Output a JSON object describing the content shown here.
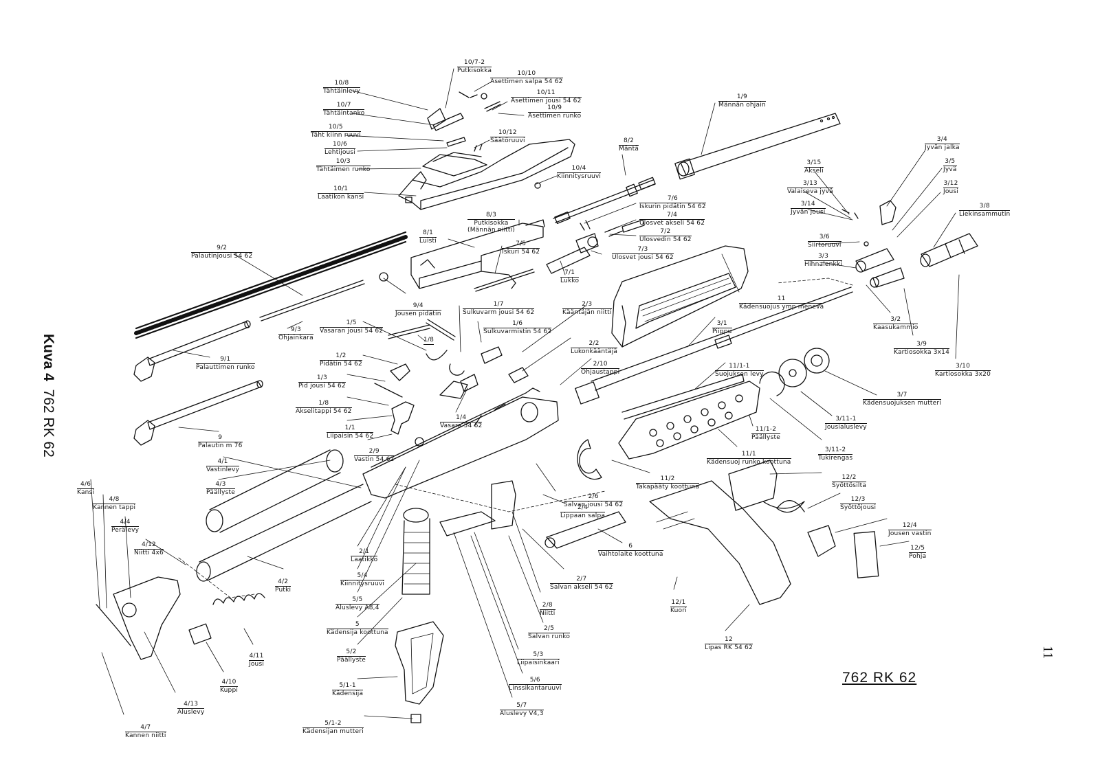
{
  "figure": {
    "caption_label": "Kuva 4",
    "caption_model": "762 RK 62",
    "page_number": "11",
    "model_title": "762 RK 62"
  },
  "parts": [
    {
      "id": "10/7-2",
      "name": "Putkisokka"
    },
    {
      "id": "10/10",
      "name": "Asettimen salpa 54 62"
    },
    {
      "id": "10/11",
      "name": "Asettimen jousi 54 62"
    },
    {
      "id": "10/9",
      "name": "Asettimen runko"
    },
    {
      "id": "10/8",
      "name": "Tähtäinlevy"
    },
    {
      "id": "10/7",
      "name": "Tähtäintanko"
    },
    {
      "id": "10/5",
      "name": "Täht kiinn ruuvi"
    },
    {
      "id": "10/6",
      "name": "Lehtijousi"
    },
    {
      "id": "10/12",
      "name": "Säätöruuvi"
    },
    {
      "id": "10/3",
      "name": "Tähtäimen runko"
    },
    {
      "id": "10/4",
      "name": "Kiinnitysruuvi"
    },
    {
      "id": "10/1",
      "name": "Laatikon kansi"
    },
    {
      "id": "1/9",
      "name": "Männän ohjain"
    },
    {
      "id": "8/2",
      "name": "Mäntä"
    },
    {
      "id": "3/4",
      "name": "Jyvän jalka"
    },
    {
      "id": "3/5",
      "name": "Jyvä"
    },
    {
      "id": "3/15",
      "name": "Akseli"
    },
    {
      "id": "3/13",
      "name": "Valaiseva jyvä"
    },
    {
      "id": "3/12",
      "name": "Jousi"
    },
    {
      "id": "3/14",
      "name": "Jyvän jousi"
    },
    {
      "id": "3/8",
      "name": "Liekinsammutin"
    },
    {
      "id": "7/6",
      "name": "Iskurin pidätin 54 62"
    },
    {
      "id": "7/4",
      "name": "Ulosvet akseli 54 62"
    },
    {
      "id": "8/3",
      "name": "Putkisokka\n(Männän niitti)"
    },
    {
      "id": "7/2",
      "name": "Ulosvedin 54 62"
    },
    {
      "id": "3/6",
      "name": "Siirtoruuvi"
    },
    {
      "id": "8/1",
      "name": "Luisti"
    },
    {
      "id": "7/5",
      "name": "Iskuri 54 62"
    },
    {
      "id": "7/3",
      "name": "Ulosvet jousi 54 62"
    },
    {
      "id": "3/3",
      "name": "Hihnalenkki"
    },
    {
      "id": "9/2",
      "name": "Palautinjousi 54 62"
    },
    {
      "id": "7/1",
      "name": "Lukko"
    },
    {
      "id": "9/4",
      "name": "Jousen pidätin"
    },
    {
      "id": "1/7",
      "name": "Sulkuvarm jousi 54 62"
    },
    {
      "id": "2/3",
      "name": "Kääntäjän niitti"
    },
    {
      "id": "11",
      "name": "Kädensuojus ymp meneva"
    },
    {
      "id": "1/6",
      "name": "Sulkuvarmistin 54 62"
    },
    {
      "id": "1/5",
      "name": "Vasaran jousi 54 62"
    },
    {
      "id": "3/1",
      "name": "Piippu"
    },
    {
      "id": "3/2",
      "name": "Kaasukammio"
    },
    {
      "id": "9/3",
      "name": "Ohjainkara"
    },
    {
      "id": "1/8",
      "name": ""
    },
    {
      "id": "2/2",
      "name": "Lukonkääntäjä"
    },
    {
      "id": "3/9",
      "name": "Kartiosokka 3x14"
    },
    {
      "id": "9/1",
      "name": "Palauttimen runko"
    },
    {
      "id": "1/2",
      "name": "Pidätin 54 62"
    },
    {
      "id": "2/10",
      "name": "Ohjaustappi"
    },
    {
      "id": "11/1-1",
      "name": "Suojuksen levy"
    },
    {
      "id": "3/10",
      "name": "Kartiosokka 3x20"
    },
    {
      "id": "1/3",
      "name": "Pid jousi 54 62"
    },
    {
      "id": "3/7",
      "name": "Kädensuojuksen mutteri"
    },
    {
      "id": "1/8",
      "name": "Akselitappi 54 62"
    },
    {
      "id": "1/4",
      "name": "Vasara 54 62"
    },
    {
      "id": "3/11-1",
      "name": "Jousialuslevy"
    },
    {
      "id": "1/1",
      "name": "Liipaisin 54 62"
    },
    {
      "id": "11/1-2",
      "name": "Päällyste"
    },
    {
      "id": "9",
      "name": "Palautin m 76"
    },
    {
      "id": "3/11-2",
      "name": "Tukirengas"
    },
    {
      "id": "2/9",
      "name": "Vastin 54 62"
    },
    {
      "id": "11/1",
      "name": "Kädensuoj runko koottuna"
    },
    {
      "id": "4/1",
      "name": "Vastinlevy"
    },
    {
      "id": "11/2",
      "name": "Takapääty koottuna"
    },
    {
      "id": "4/3",
      "name": "Päällyste"
    },
    {
      "id": "12/2",
      "name": "Syöttösilta"
    },
    {
      "id": "2/6",
      "name": "Salvan jousi 54 62"
    },
    {
      "id": "4/6",
      "name": "Kansi"
    },
    {
      "id": "2/4",
      "name": "Lippaan salpa"
    },
    {
      "id": "12/3",
      "name": "Syöttöjousi"
    },
    {
      "id": "4/8",
      "name": "Kannen tappi"
    },
    {
      "id": "4/4",
      "name": "Perälevy"
    },
    {
      "id": "12/4",
      "name": "Jousen vastin"
    },
    {
      "id": "6",
      "name": "Vaihtolaite koottuna"
    },
    {
      "id": "12/5",
      "name": "Pohja"
    },
    {
      "id": "4/12",
      "name": "Niitti 4x6"
    },
    {
      "id": "2/1",
      "name": "Laatikko"
    },
    {
      "id": "2/7",
      "name": "Salvan akseli 54 62"
    },
    {
      "id": "5/4",
      "name": "Kiinnitysruuvi"
    },
    {
      "id": "4/2",
      "name": "Putki"
    },
    {
      "id": "12/1",
      "name": "Kuori"
    },
    {
      "id": "2/8",
      "name": "Niitti"
    },
    {
      "id": "5/5",
      "name": "Aluslevy A8,4"
    },
    {
      "id": "5",
      "name": "Kädensija koottuna"
    },
    {
      "id": "2/5",
      "name": "Salvan runko"
    },
    {
      "id": "12",
      "name": "Lipas RK 54 62"
    },
    {
      "id": "5/2",
      "name": "Päällyste"
    },
    {
      "id": "4/11",
      "name": "Jousi"
    },
    {
      "id": "5/3",
      "name": "Liipaisinkaari"
    },
    {
      "id": "4/10",
      "name": "Kuppi"
    },
    {
      "id": "5/1-1",
      "name": "Kädensija"
    },
    {
      "id": "5/6",
      "name": "Linssikantaruuvi"
    },
    {
      "id": "4/13",
      "name": "Aluslevy"
    },
    {
      "id": "5/7",
      "name": "Aluslevy V4,3"
    },
    {
      "id": "4/7",
      "name": "Kannen niitti"
    },
    {
      "id": "5/1-2",
      "name": "Kädensijan mutteri"
    }
  ]
}
